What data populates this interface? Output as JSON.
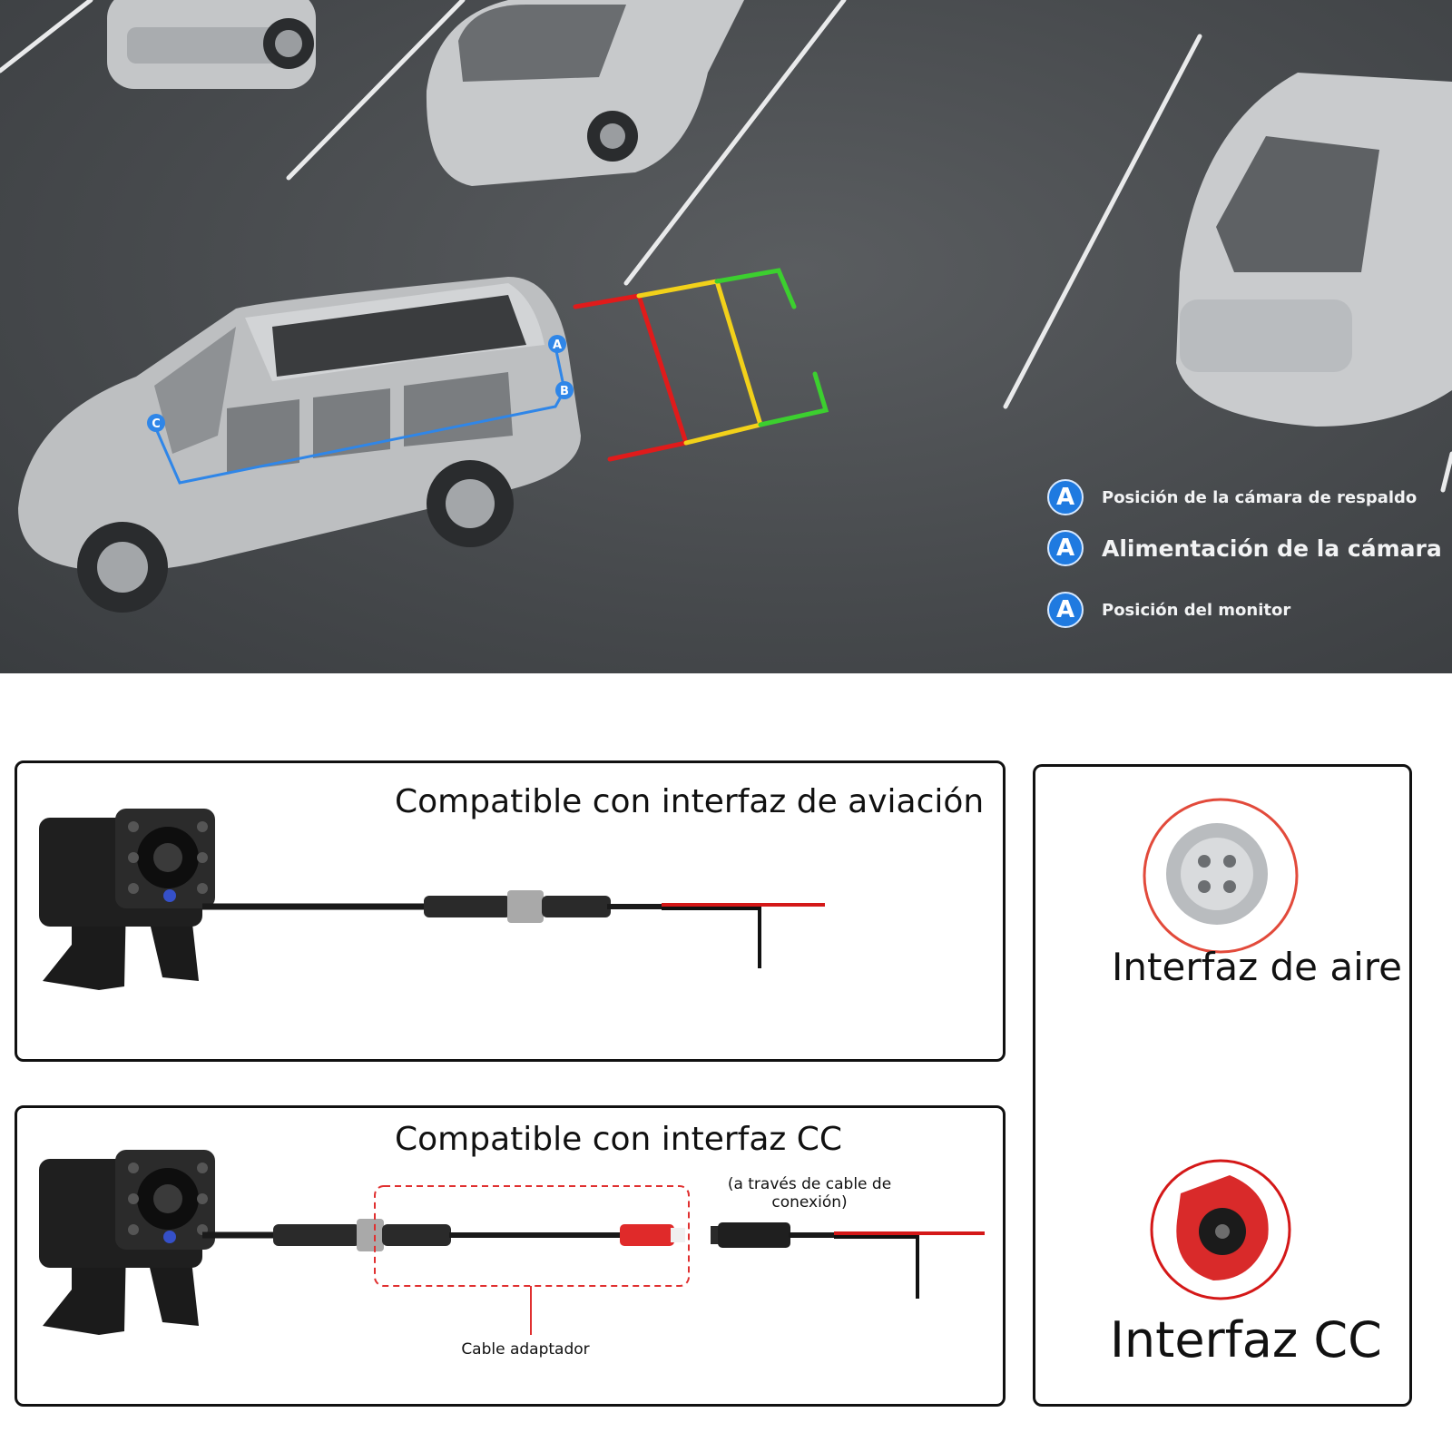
{
  "scene": {
    "markers": [
      "A",
      "B",
      "C"
    ],
    "legend": [
      {
        "badge": "A",
        "text": "Posición de la cámara de respaldo"
      },
      {
        "badge": "A",
        "text": "Alimentación de la cámara"
      },
      {
        "badge": "A",
        "text": "Posición del monitor"
      }
    ],
    "colors": {
      "route": "#2f86e8",
      "guide_red": "#e01b1b",
      "guide_yellow": "#f2d11a",
      "guide_green": "#3ccf2f",
      "badge": "#1f7ae0"
    }
  },
  "aviation_panel": {
    "title": "Compatible con interfaz de aviación"
  },
  "dc_panel": {
    "title": "Compatible con interfaz CC",
    "via_cable_note": "(a través de cable de conexión)",
    "adapter_label": "Cable adaptador"
  },
  "interface_panel": {
    "air_label": "Interfaz de aire",
    "dc_label": "Interfaz CC"
  },
  "icons": [
    "backup-camera-icon",
    "aviation-connector-icon",
    "dc-connector-icon"
  ]
}
